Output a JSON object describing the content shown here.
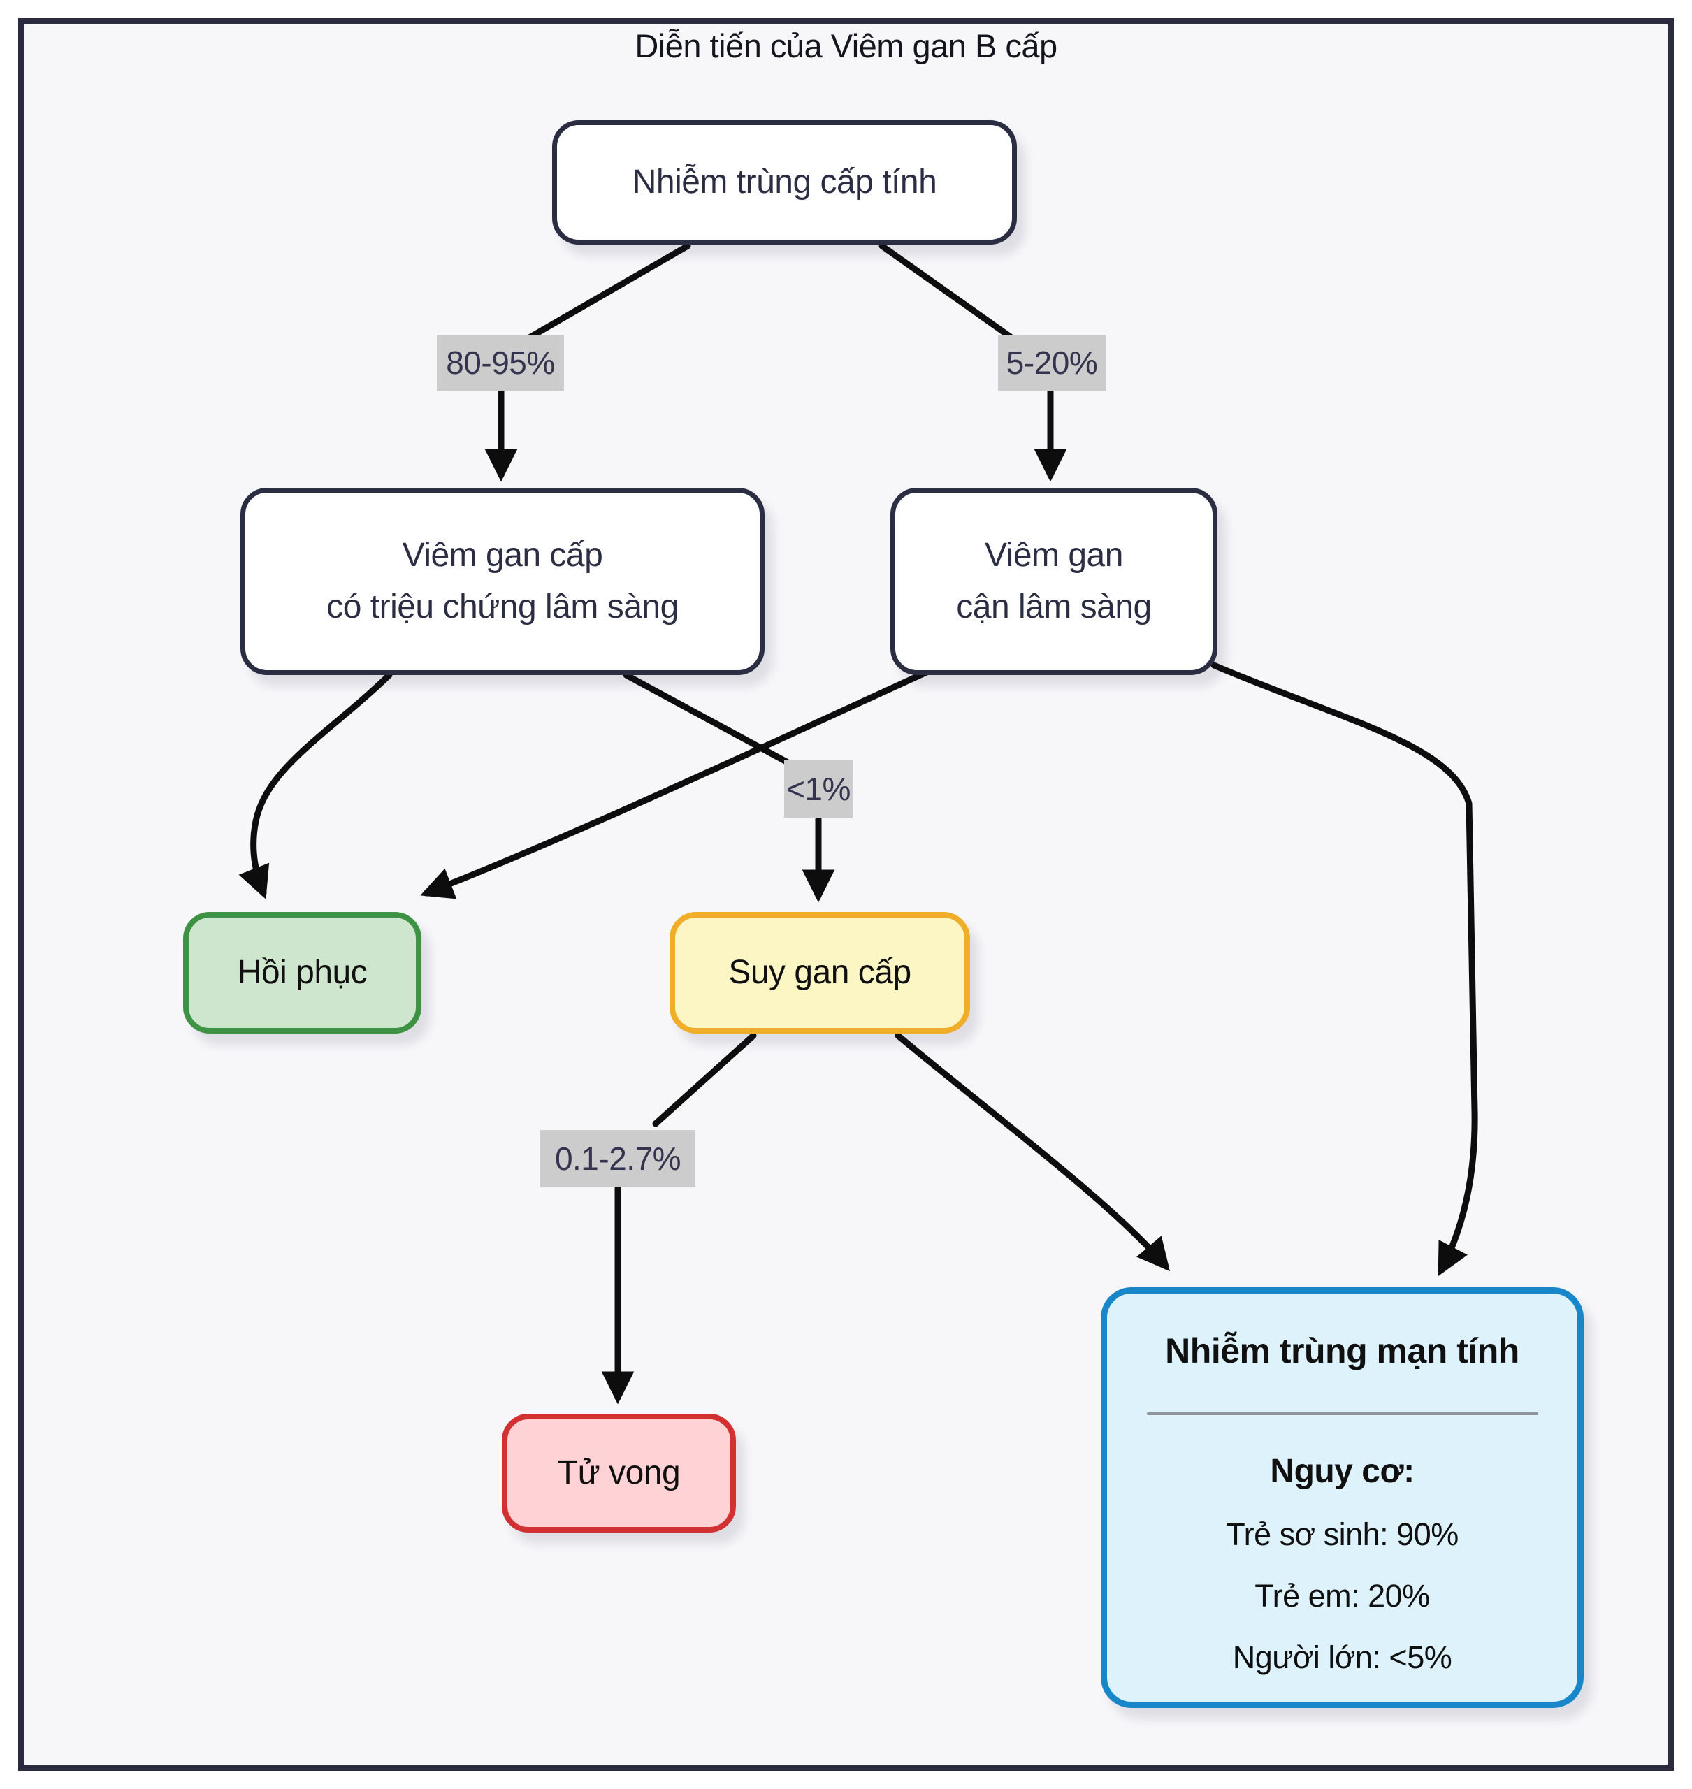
{
  "title": "Diễn tiến của Viêm gan B cấp",
  "colors": {
    "bg": "#f7f7fa",
    "frame_border": "#2b2b3f",
    "node_border": "#2b2d42",
    "node_fill": "#ffffff",
    "node_text": "#2b2d42",
    "green_fill": "#cfe6ce",
    "green_border": "#3e9243",
    "yellow_fill": "#fcf6c5",
    "yellow_border": "#f0ad2a",
    "red_fill": "#ffd2d5",
    "red_border": "#d23131",
    "blue_fill": "#def2fc",
    "blue_border": "#1787ca",
    "edge": "#0d0d0d",
    "label_bg": "#cccccc",
    "label_text": "#34344f"
  },
  "nodes": {
    "acute_infection": {
      "label": "Nhiễm trùng cấp tính"
    },
    "symptomatic": {
      "line1": "Viêm gan cấp",
      "line2": "có triệu chứng lâm sàng"
    },
    "subclinical": {
      "line1": "Viêm gan",
      "line2": "cận lâm sàng"
    },
    "recovery": {
      "label": "Hồi phục"
    },
    "acute_liver_failure": {
      "label": "Suy gan cấp"
    },
    "death": {
      "label": "Tử vong"
    },
    "chronic": {
      "title": "Nhiễm trùng mạn tính",
      "risk_heading": "Nguy cơ:",
      "risks": [
        "Trẻ sơ sinh: 90%",
        "Trẻ em: 20%",
        "Người lớn: <5%"
      ]
    }
  },
  "edge_labels": {
    "to_symptomatic": "80-95%",
    "to_subclinical": "5-20%",
    "to_liver_failure": "<1%",
    "to_death": "0.1-2.7%"
  }
}
